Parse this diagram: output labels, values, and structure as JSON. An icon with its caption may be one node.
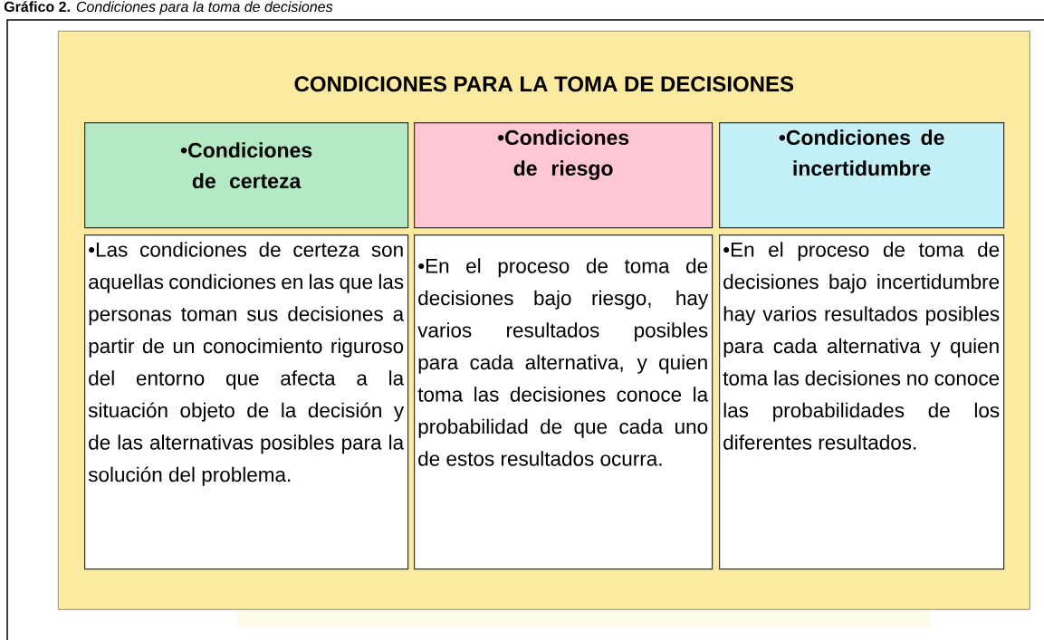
{
  "diagram": {
    "caption": "**Gráfico 2.** *Condiciones para la toma de decisiones*",
    "nodes": [
      {
        "text": [
          "CONDICIONES PARA LA TOMA DE DECISIONES"
        ]
      },
      {
        "text": [
          "•Condiciones de certeza"
        ],
        "in": 0
      },
      {
        "text": [
          "•Condiciones de riesgo"
        ],
        "in": 0
      },
      {
        "text": [
          "•Condiciones de incertidumbre"
        ],
        "in": 0
      },
      {
        "text": [
          "•Las condiciones de certeza son aquellas condiciones en las que las personas toman sus decisiones a partir de un conocimiento riguroso del entorno que afecta a la situación objeto de la decisión y de las alternativas posibles para la solución del problema."
        ],
        "in": 0
      },
      {
        "text": [
          "•En el proceso de toma de decisiones bajo riesgo, hay varios resultados posibles para cada alternativa, y quien toma las decisiones conoce la probabilidad de que cada uno de estos resultados ocurra."
        ],
        "in": 0
      },
      {
        "text": [
          "•En el proceso de toma de decisiones bajo incertidumbre hay varios resultados posibles para cada alternativa y quien toma las decisiones no conoce las probabilidades de los diferentes resultados."
        ],
        "in": 0
      }
    ]
  }
}
